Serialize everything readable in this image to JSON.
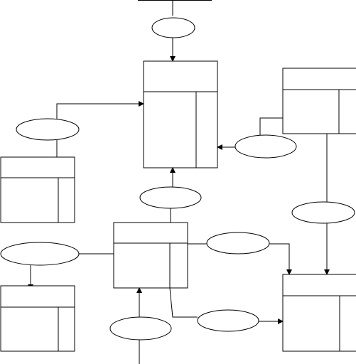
{
  "diagram": {
    "type": "data-flow-diagram",
    "stroke_color": "#000000",
    "background_color": "#ffffff",
    "entity_count": 6,
    "flow_count": 7,
    "labels_visible": false
  }
}
